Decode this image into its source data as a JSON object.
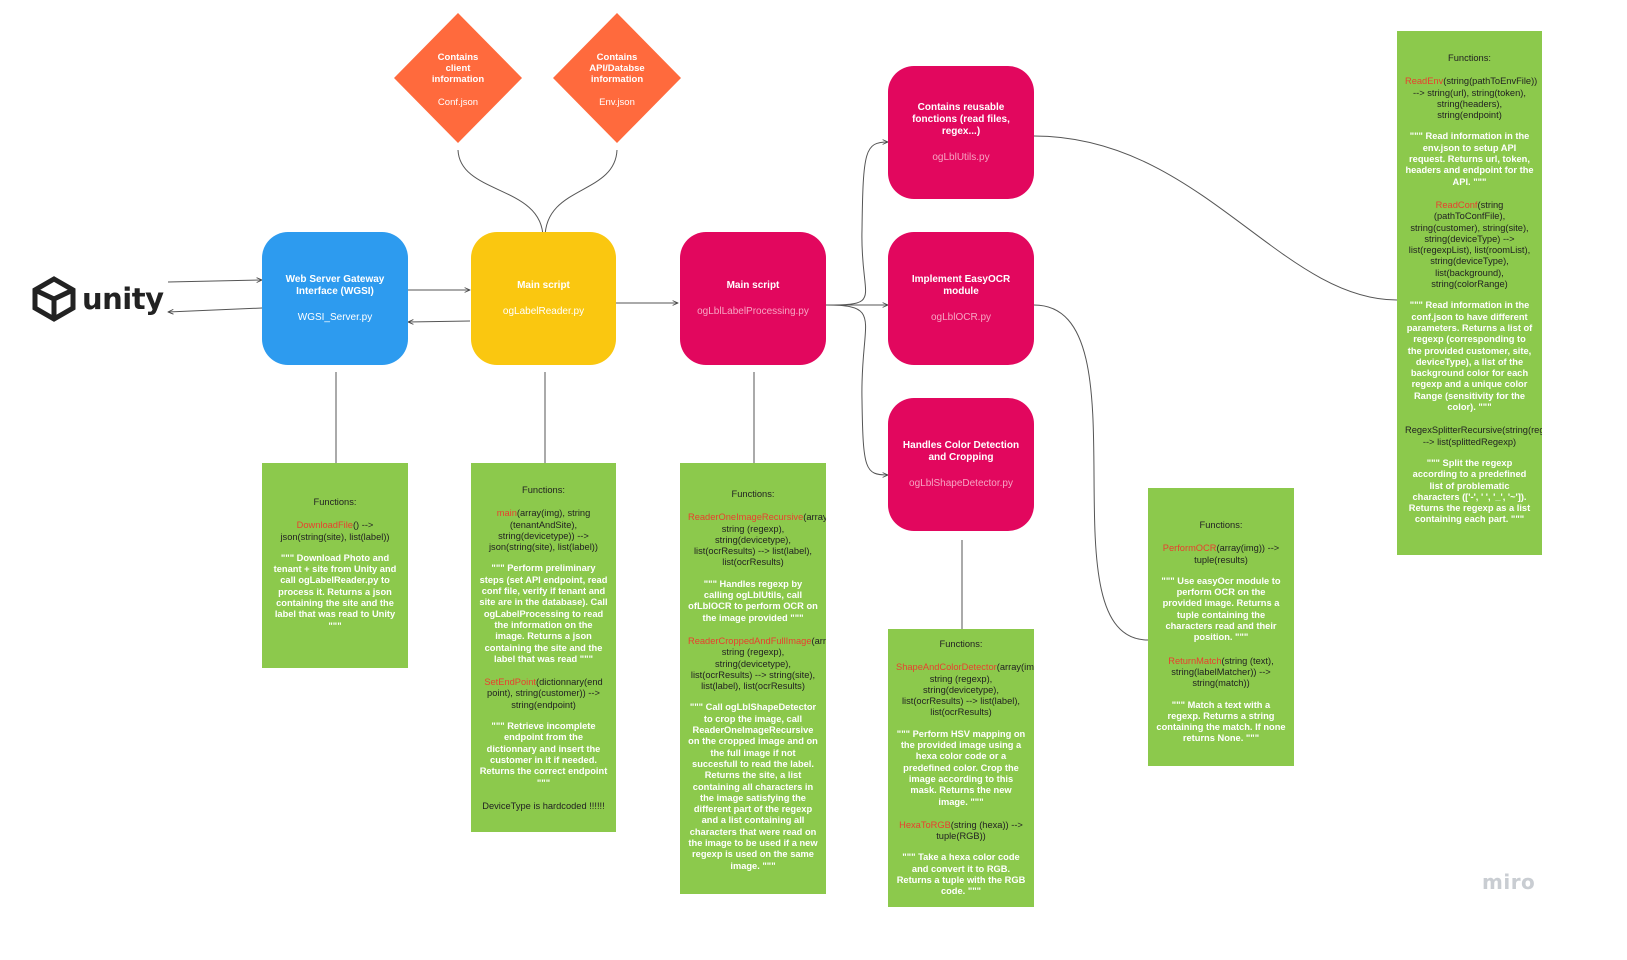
{
  "logo": {
    "name": "unity"
  },
  "watermark": "miro",
  "diamonds": [
    {
      "id": "conf",
      "lines": [
        "Contains",
        "client",
        "information"
      ],
      "file": "Conf.json",
      "color": "#ff6a3d"
    },
    {
      "id": "env",
      "lines": [
        "Contains",
        "API/Databse",
        "information"
      ],
      "file": "Env.json",
      "color": "#ff6a3d"
    }
  ],
  "nodes": [
    {
      "id": "wgsi",
      "title": "Web Server Gateway Interface (WGSI)",
      "file": "WGSI_Server.py",
      "color": "#2d9bef"
    },
    {
      "id": "reader",
      "title": "Main script",
      "file": "ogLabelReader.py",
      "color": "#fac710"
    },
    {
      "id": "processing",
      "title": "Main script",
      "file": "ogLblLabelProcessing.py",
      "color": "#e2075e"
    },
    {
      "id": "utils",
      "title": "Contains reusable fonctions (read files, regex...)",
      "file": "ogLblUtils.py",
      "color": "#e2075e"
    },
    {
      "id": "ocr",
      "title": "Implement EasyOCR module",
      "file": "ogLblOCR.py",
      "color": "#e2075e"
    },
    {
      "id": "shape",
      "title": "Handles Color Detection and Cropping",
      "file": "ogLblShapeDetector.py",
      "color": "#e2075e"
    }
  ],
  "cards": {
    "wgsi": {
      "title": "Functions:",
      "functions": [
        {
          "sig": [
            [
              "n",
              "DownloadFile"
            ],
            [
              "t",
              "() --> json("
            ],
            [
              "t",
              "string"
            ],
            [
              "t",
              "(site), "
            ],
            [
              "t",
              "list"
            ],
            [
              "t",
              "(label))"
            ]
          ],
          "desc": "\"\"\" Download Photo and tenant + site from Unity and call ogLabelReader.py to process it. Returns a json containing the site and the label that was read to Unity \"\"\""
        }
      ]
    },
    "reader": {
      "title": "Functions:",
      "functions": [
        {
          "sig": [
            [
              "n",
              "main"
            ],
            [
              "t",
              "(array(img), string (tenantAndSite), string(devicetype)) --> json(string(site), list(label))"
            ]
          ],
          "desc": "\"\"\" Perform preliminary steps (set API endpoint, read conf file, verify if tenant and site are in the database). Call ogLabelProcessing to read the information on the image. Returns a json containing the site and the label that was read \"\"\""
        },
        {
          "sig": [
            [
              "n",
              "SetEndPoint"
            ],
            [
              "t",
              "(dictionnary(end point), string(customer)) --> string(endpoint)"
            ]
          ],
          "desc": "\"\"\" Retrieve incomplete endpoint from the dictionnary and insert the customer in it if needed. Returns the correct endpoint \"\"\""
        }
      ],
      "note": "DeviceType is hardcoded !!!!!!"
    },
    "processing": {
      "title": "Functions:",
      "functions": [
        {
          "sig": [
            [
              "n",
              "ReaderOneImageRecursive"
            ],
            [
              "t",
              "(array(img), string (regexp), string(devicetype), list(ocrResults) --> list(label), list(ocrResults)"
            ]
          ],
          "desc": "\"\"\" Handles regexp by calling ogLblUtils, call ofLblOCR to perform OCR on the image provided \"\"\""
        },
        {
          "sig": [
            [
              "n",
              "ReaderCroppedAndFullImage"
            ],
            [
              "t",
              "(array(img), string (regexp), string(devicetype), list(ocrResults) --> string(site), list(label), list(ocrResults)"
            ]
          ],
          "desc": "\"\"\" Call ogLblShapeDetector to crop the image, call ReaderOneImageRecursive on the cropped image and on the full image if not succesfull to read the label. Returns the site, a list containing all characters in the image satisfying the different part of the regexp and a list containing all characters that were read on the image to be used if a new regexp is used on the same image. \"\"\""
        }
      ]
    },
    "shape": {
      "title": "Functions:",
      "functions": [
        {
          "sig": [
            [
              "n",
              "ShapeAndColorDetector"
            ],
            [
              "t",
              "(array(img), string (regexp), string(devicetype), list(ocrResults) --> list(label), list(ocrResults)"
            ]
          ],
          "desc": "\"\"\" Perform HSV mapping on the provided image using a hexa color code or a predefined color. Crop the image according to this mask. Returns the new image. \"\"\""
        },
        {
          "sig": [
            [
              "n",
              "HexaToRGB"
            ],
            [
              "t",
              "(string (hexa)) --> tuple(RGB))"
            ]
          ],
          "desc": "\"\"\" Take a hexa color code and convert it to RGB. Returns a tuple with the RGB code. \"\"\""
        }
      ]
    },
    "ocr": {
      "title": "Functions:",
      "functions": [
        {
          "sig": [
            [
              "n",
              "PerformOCR"
            ],
            [
              "t",
              "(array(img)) --> tuple(results)"
            ]
          ],
          "desc": "\"\"\" Use easyOcr module to perform OCR on the provided image. Returns a tuple containing the characters read and their position. \"\"\""
        },
        {
          "sig": [
            [
              "n",
              "ReturnMatch"
            ],
            [
              "t",
              "(string (text), string(labelMatcher)) --> string(match))"
            ]
          ],
          "desc": "\"\"\" Match a text with a regexp. Returns a string containing the match. If none returns None. \"\"\""
        }
      ]
    },
    "utils": {
      "title": "Functions:",
      "functions": [
        {
          "sig": [
            [
              "n",
              "ReadEnv"
            ],
            [
              "t",
              "(string(pathToEnvFile)) --> string(url), string(token), string(headers), string(endpoint)"
            ]
          ],
          "desc": "\"\"\" Read information in the env.json to setup API request. Returns url, token, headers and endpoint for the API. \"\"\""
        },
        {
          "sig": [
            [
              "n",
              "ReadConf"
            ],
            [
              "t",
              "(string (pathToConfFile), string(customer), string(site), string(deviceType) --> list(regexpList), list(roomList), string(deviceType), list(background), string(colorRange)"
            ]
          ],
          "desc": "\"\"\" Read information in the conf.json to have different parameters. Returns a list of regexp (corresponding to the provided customer, site, deviceType), a list of the background color for each regexp and a unique color Range (sensitivity for the color). \"\"\""
        },
        {
          "sig": [
            [
              "t",
              "RegexSplitterRecursive(string(regexp) --> list(splittedRegexp)"
            ]
          ],
          "desc": "\"\"\" Split the regexp according to a predefined list of problematic characters (['-', ' ', '_', '~']). Returns the regexp as a list containing each part. \"\"\""
        }
      ]
    }
  }
}
